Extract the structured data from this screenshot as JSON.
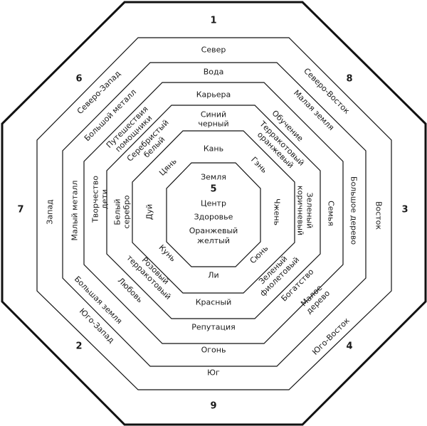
{
  "numbers": {
    "n1": "1",
    "n2": "2",
    "n3": "3",
    "n4": "4",
    "n5": "5",
    "n6": "6",
    "n7": "7",
    "n8": "8",
    "n9": "9"
  },
  "directions": {
    "north": "Север",
    "northeast": "Северо-Восток",
    "east": "Восток",
    "southeast": "Юго-Восток",
    "south": "Юг",
    "southwest": "Юго-Запад",
    "west": "Запад",
    "northwest": "Северо-Запад"
  },
  "elements": {
    "north": "Вода",
    "northeast": "Малая земля",
    "east": "Большое дерево",
    "southeast": "Малое дерево",
    "south": "Огонь",
    "southwest": "Большая земля",
    "west": "Малый металл",
    "northwest": "Большой металл"
  },
  "aspirations": {
    "north": "Карьера",
    "northeast": "Обучение",
    "east": "Семья",
    "southeast": "Богатство",
    "south": "Репутация",
    "southwest": "Любовь",
    "west": "Творчество дети",
    "northwest": "Путешествия помощники"
  },
  "colors": {
    "north": "Синий черный",
    "northeast": "Терракотовый оранжевый",
    "east": "Зеленый коричневый",
    "southeast": "Зеленый фиолетовый",
    "south": "Красный",
    "southwest": "Розовый терракотовый",
    "west": "Белый серебро",
    "northwest": "Серебристый белый"
  },
  "trigrams": {
    "north": "Кань",
    "northeast": "Гэнь",
    "east": "Чжень",
    "southeast": "Сюнь",
    "south": "Ли",
    "southwest": "Кунь",
    "west": "Дуй",
    "northwest": "Цянь"
  },
  "center": {
    "element": "Земля",
    "number": "5",
    "location": "Центр",
    "aspiration": "Здоровье",
    "color": "Оранжевый желтый"
  }
}
